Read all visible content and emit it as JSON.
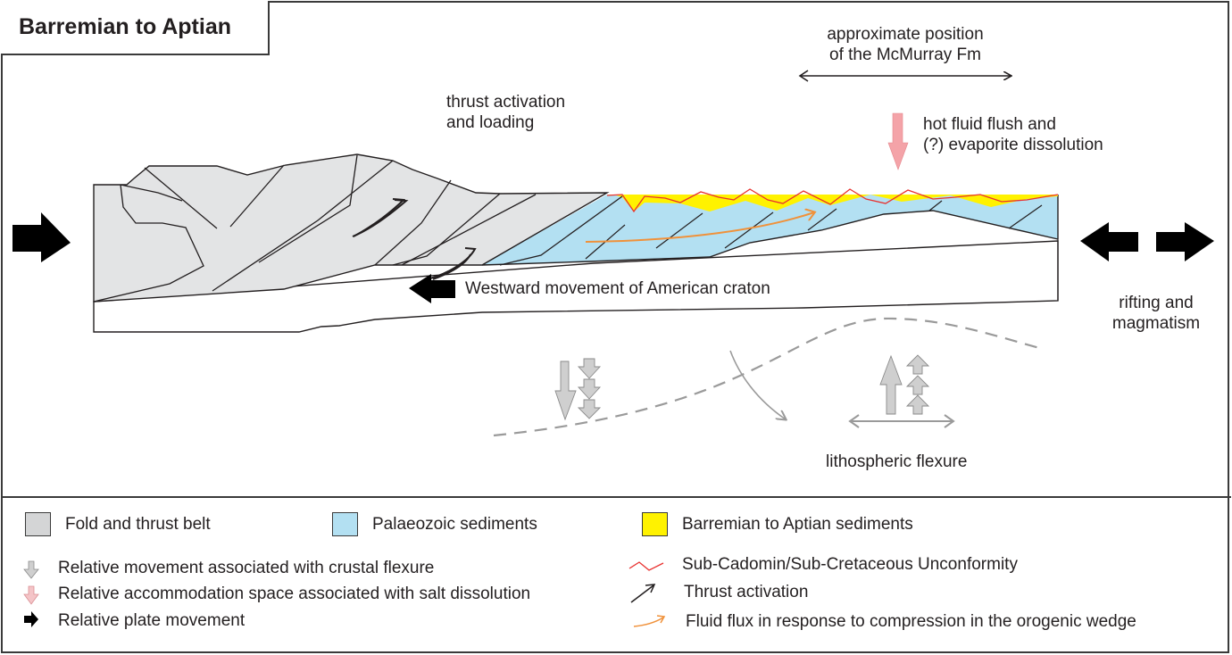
{
  "title": "Barremian to Aptian",
  "annotations": {
    "thrust_activation": [
      "thrust activation",
      "and loading"
    ],
    "mcmurray": [
      "approximate position",
      "of the McMurray Fm"
    ],
    "hot_fluid": [
      "hot fluid flush and",
      "(?) evaporite dissolution"
    ],
    "westward": "Westward movement of American craton",
    "rifting": [
      "rifting and",
      "magmatism"
    ],
    "flexure": "lithospheric flexure"
  },
  "colors": {
    "fold_belt": "#e3e4e5",
    "palaeozoic": "#b3e0f2",
    "barremian": "#fff200",
    "unconformity": "#e8312f",
    "fluid_flux": "#f0913a",
    "thrust": "#231f20",
    "flexure_arrow": "#c8c8c8",
    "salt_arrow": "#f4b6b9",
    "plate_arrow": "#000000"
  },
  "legend": {
    "swatches": [
      {
        "label": "Fold and thrust belt",
        "color": "#d4d5d6"
      },
      {
        "label": "Palaeozoic sediments",
        "color": "#b3e0f2"
      },
      {
        "label": "Barremian to Aptian sediments",
        "color": "#fff200"
      }
    ],
    "arrows": [
      {
        "label": "Relative movement associated with crustal flexure",
        "icon": "gray-down-arrow-icon"
      },
      {
        "label": "Relative accommodation space associated with salt dissolution",
        "icon": "pink-down-arrow-icon"
      },
      {
        "label": "Relative plate movement",
        "icon": "black-right-arrow-icon"
      }
    ],
    "lines": [
      {
        "label": "Sub-Cadomin/Sub-Cretaceous Unconformity",
        "icon": "red-zigzag-icon"
      },
      {
        "label": "Thrust activation",
        "icon": "black-thrust-arrow-icon"
      },
      {
        "label": "Fluid flux in response to compression in the orogenic wedge",
        "icon": "orange-flux-arrow-icon"
      }
    ]
  }
}
